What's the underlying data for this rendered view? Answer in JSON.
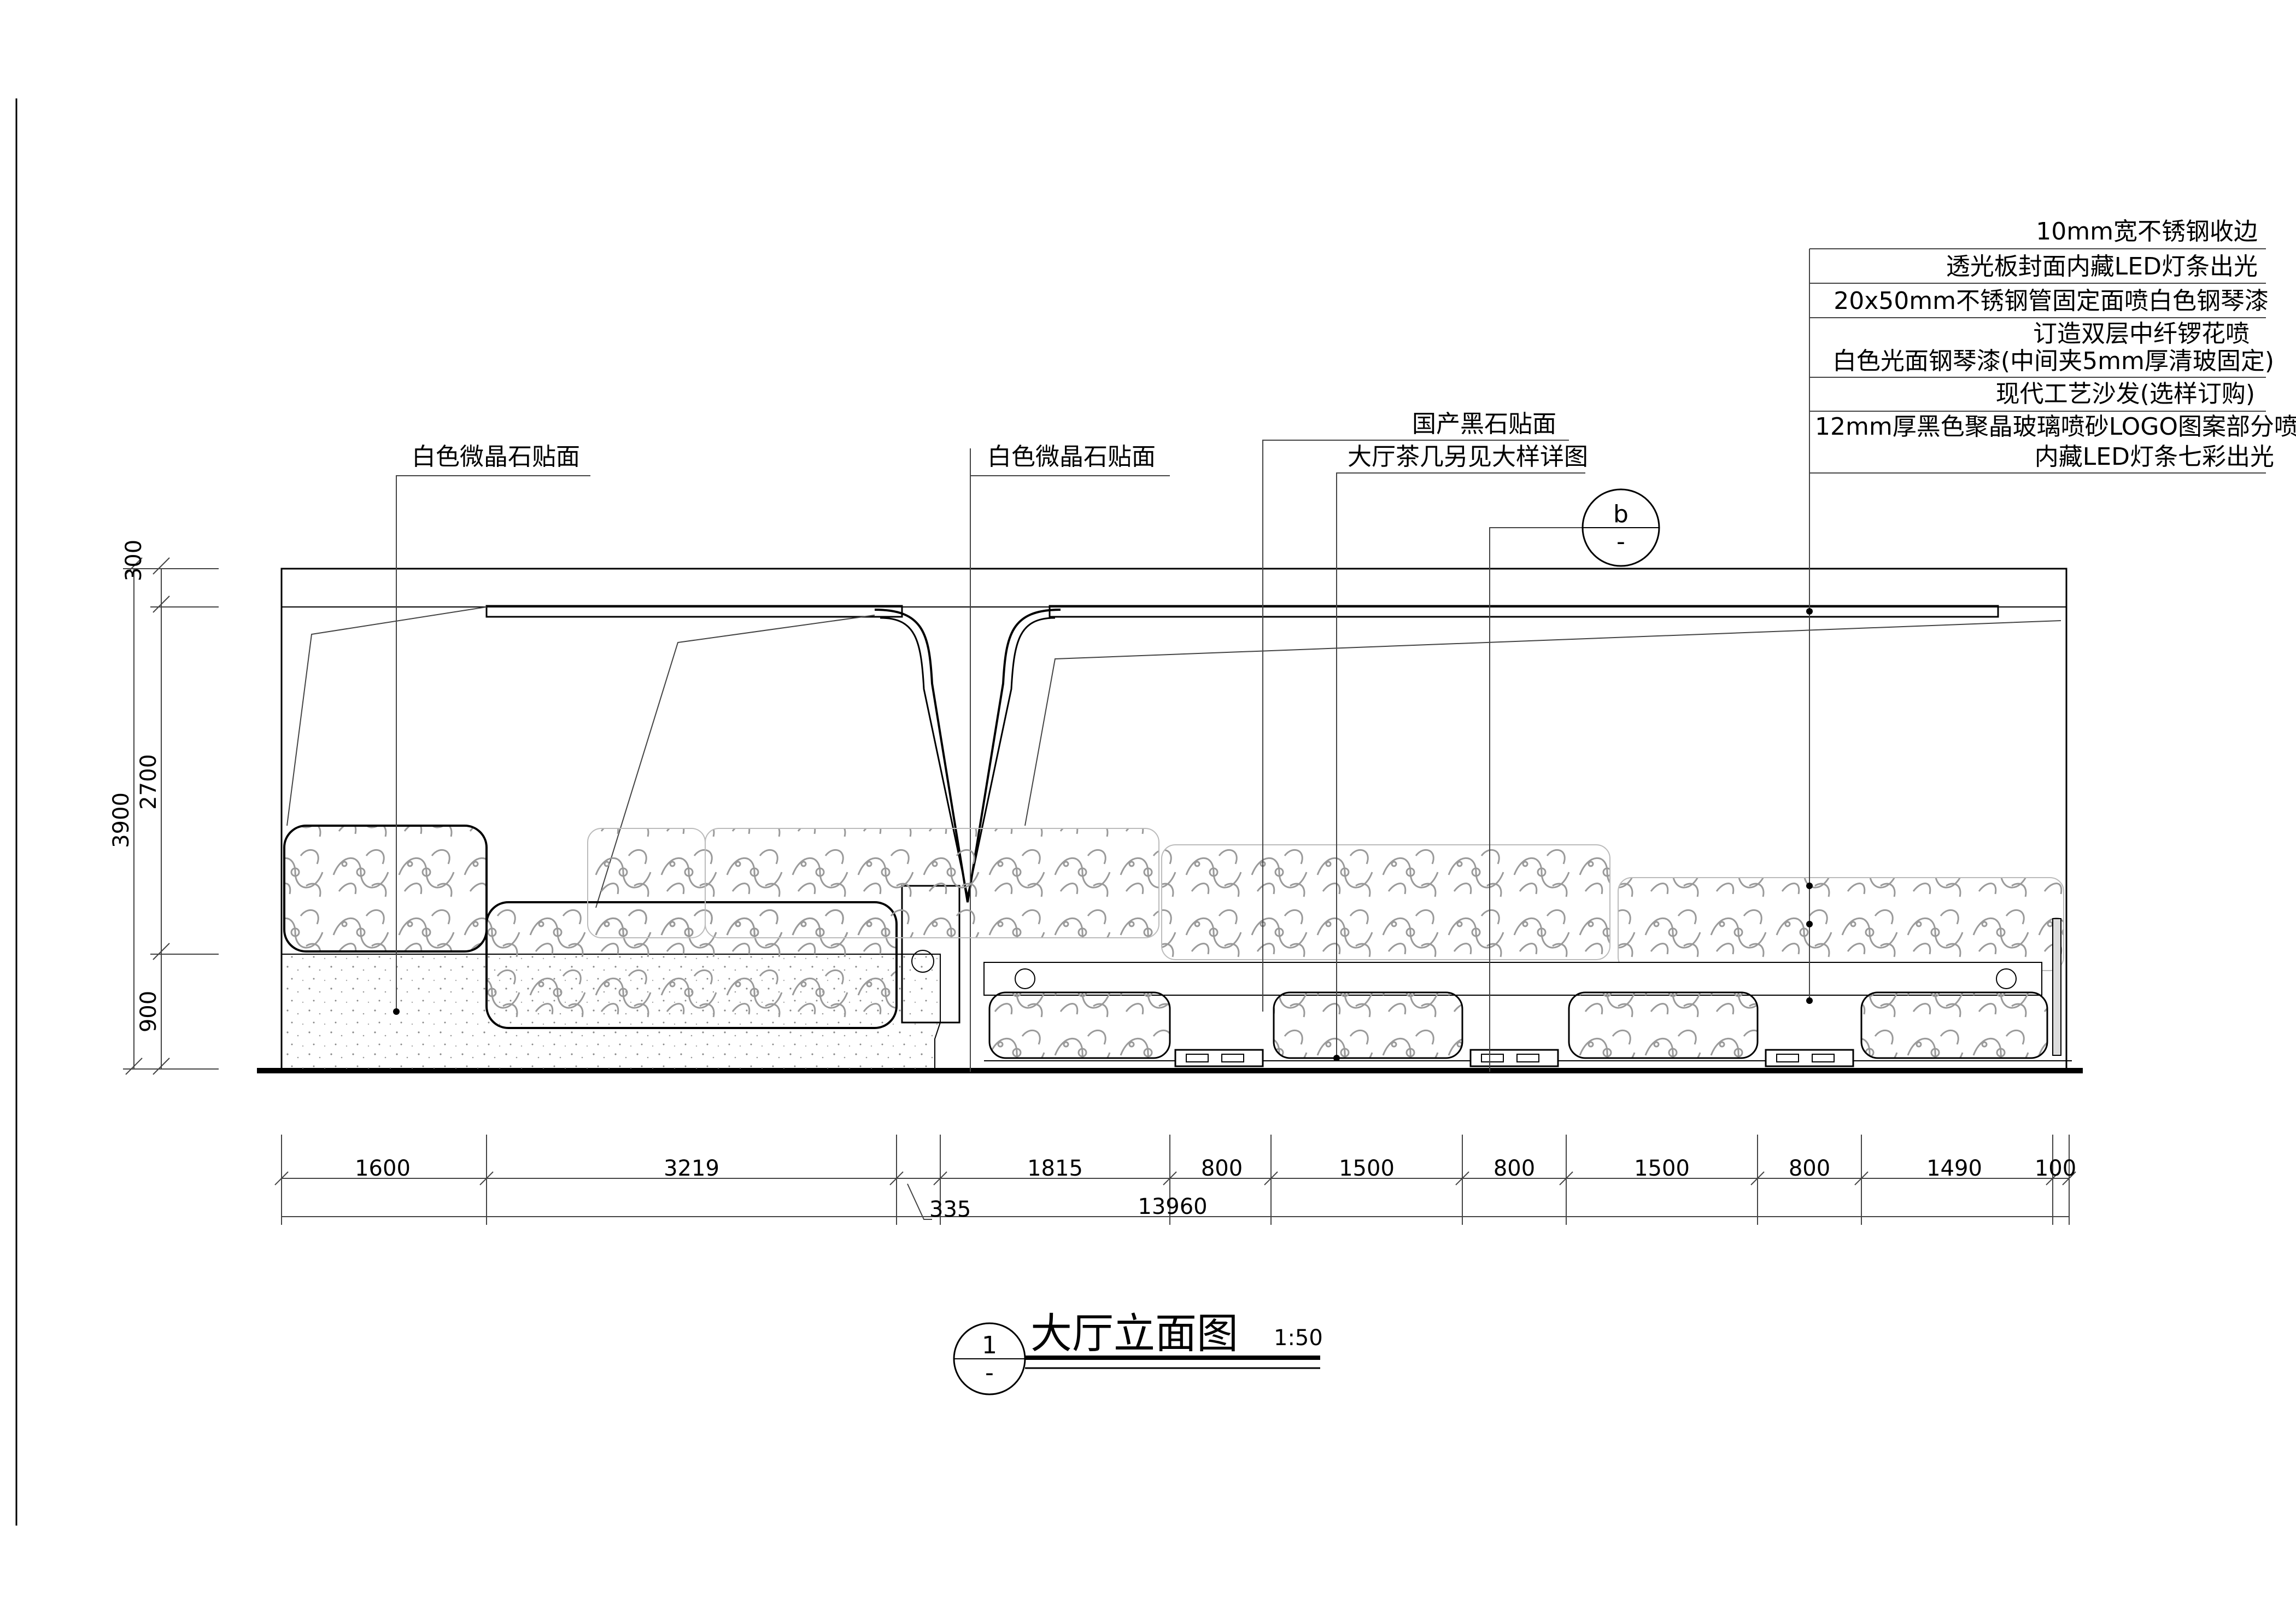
{
  "annotations": {
    "left_top": "白色微晶石贴面",
    "center_top": "白色微晶石贴面",
    "mid_1": "国产黑石贴面",
    "mid_2": "大厅茶几另见大样详图",
    "right": [
      "10mm宽不锈钢收边",
      "透光板封面内藏LED灯条出光",
      "20x50mm不锈钢管固定面喷白色钢琴漆",
      "订造双层中纤锣花喷",
      "白色光面钢琴漆(中间夹5mm厚清玻固定)",
      "现代工艺沙发(选样订购)",
      "12mm厚黑色聚晶玻璃喷砂LOGO图案部分喷",
      "内藏LED灯条七彩出光"
    ]
  },
  "section_marker": {
    "letter": "b",
    "sub": "-"
  },
  "dimensions": {
    "vertical_total": "3900",
    "vertical": [
      "300",
      "2700",
      "900"
    ],
    "horizontal": [
      "1600",
      "3219",
      "1815",
      "800",
      "1500",
      "800",
      "1500",
      "800",
      "1490",
      "100"
    ],
    "offset": "335",
    "total": "13960"
  },
  "title": {
    "number": "1",
    "sub": "-",
    "name": "大厅立面图",
    "scale": "1:50"
  }
}
